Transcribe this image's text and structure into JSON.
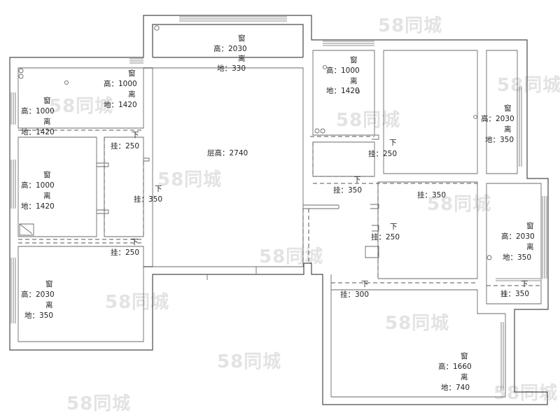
{
  "plan": {
    "ceiling_height": "层高：2740",
    "labels": {
      "win_top": [
        "窗",
        "高：2030",
        "离",
        "地：330"
      ],
      "win_nw_room": [
        "窗",
        "高：1000",
        "离",
        "地：1420"
      ],
      "win_west_upper": [
        "窗",
        "高：1000",
        "离",
        "地：1420"
      ],
      "win_west_mid": [
        "窗",
        "高：1000",
        "离",
        "地：1420"
      ],
      "win_sw": [
        "窗",
        "高：2030",
        "离",
        "地：350"
      ],
      "win_kitchen": [
        "窗",
        "高：1000",
        "离",
        "地：1420"
      ],
      "win_ne": [
        "窗",
        "高：2030",
        "离",
        "地：350"
      ],
      "win_e": [
        "窗",
        "高：2030",
        "离",
        "地：350"
      ],
      "win_s": [
        "窗",
        "高：1660",
        "离",
        "地：740"
      ]
    },
    "beams": {
      "beam_a": [
        "下",
        "挂：250"
      ],
      "beam_b": [
        "下",
        "挂：350"
      ],
      "beam_c": [
        "下",
        "挂：250"
      ],
      "beam_d": [
        "下",
        "挂：250"
      ],
      "beam_e": [
        "下",
        "挂：350"
      ],
      "beam_f": [
        "挂：350"
      ],
      "beam_g": [
        "下",
        "挂：250"
      ],
      "beam_h": [
        "下",
        "挂：300"
      ],
      "beam_i": [
        "下",
        "挂：350"
      ]
    },
    "watermark": "58同城"
  }
}
